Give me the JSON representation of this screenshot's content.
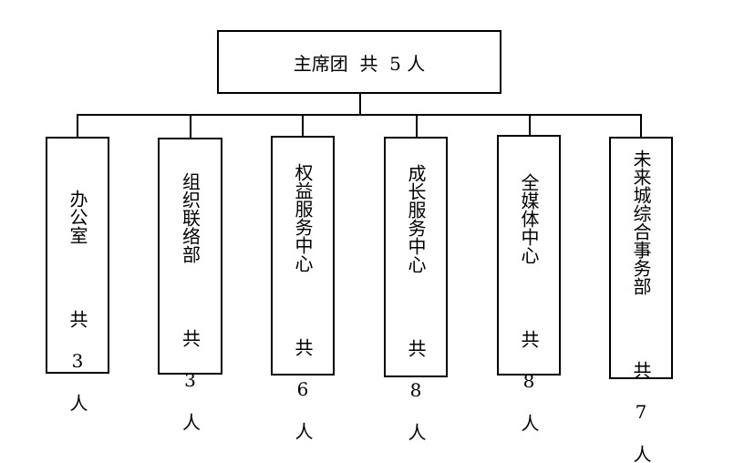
{
  "top": {
    "label": "主席团  共  5 人"
  },
  "departments": [
    {
      "label": "办公室   共 3 人"
    },
    {
      "label": "组织联络部   共 3 人"
    },
    {
      "label": "权益服务中心   共 6 人"
    },
    {
      "label": "成长服务中心   共 8 人"
    },
    {
      "label": "全媒体中心   共 8 人"
    },
    {
      "label": "未来城综合事务部   共 7 人"
    }
  ]
}
